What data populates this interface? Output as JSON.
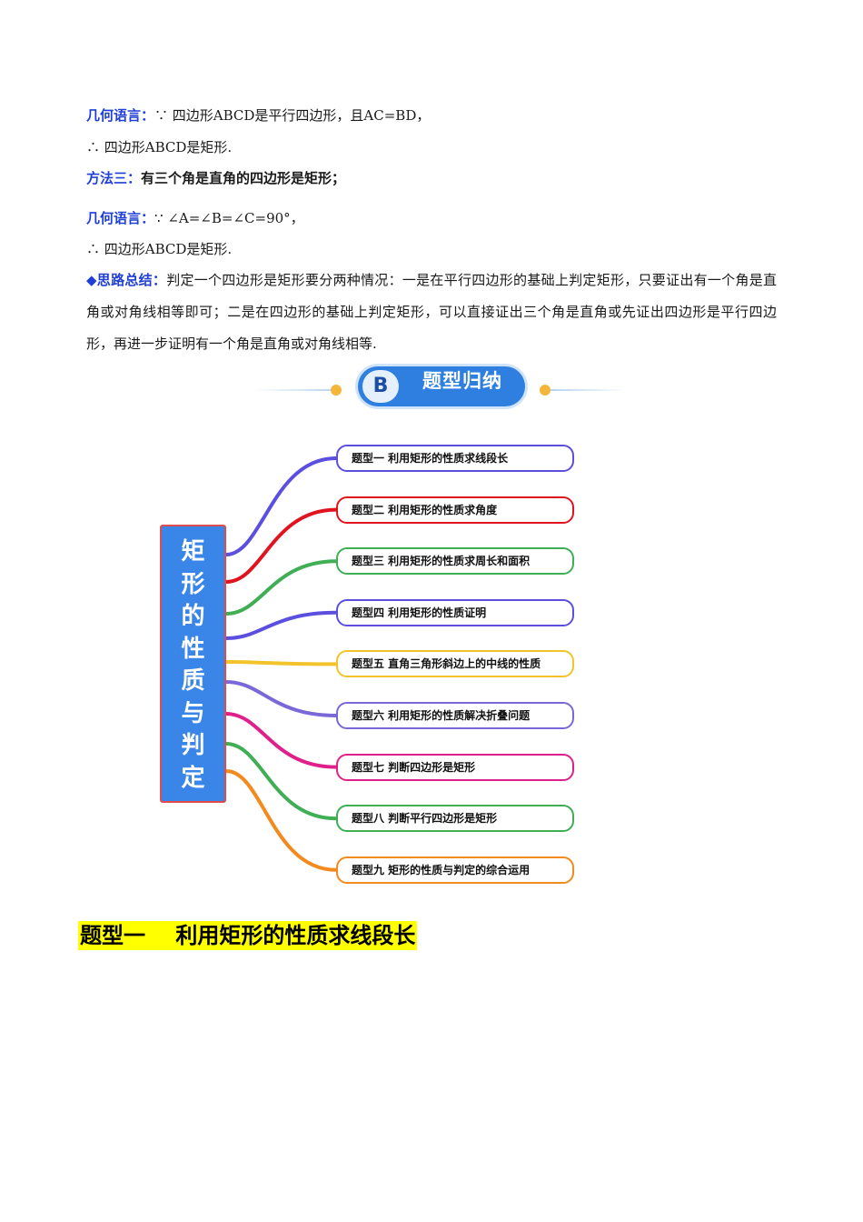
{
  "lines": {
    "l1_label": "几何语言：",
    "l1_text": "∵ 四边形ABCD是平行四边形，且AC=BD，",
    "l2_text": "∴ 四边形ABCD是矩形.",
    "l3_label": "方法三：",
    "l3_text": "有三个角是直角的四边形是矩形；",
    "l4_label": "几何语言：",
    "l4_text": "∵ ∠A=∠B=∠C=90°，",
    "l5_text": "∴ 四边形ABCD是矩形.",
    "summary_label": "◆思路总结：",
    "summary_text": "判定一个四边形是矩形要分两种情况：一是在平行四边形的基础上判定矩形，只要证出有一个角是直角或对角线相等即可；二是在四边形的基础上判定矩形，可以直接证出三个角是直角或先证出四边形是平行四边形，再进一步证明有一个角是直角或对角线相等."
  },
  "banner": {
    "letter": "B",
    "title": "题型归纳"
  },
  "mindmap": {
    "center": [
      "矩",
      "形",
      "的",
      "性",
      "质",
      "与",
      "判",
      "定"
    ],
    "branches": [
      {
        "label": "题型一  利用矩形的性质求线段长",
        "color": "#5b4fe0"
      },
      {
        "label": "题型二  利用矩形的性质求角度",
        "color": "#e0141e"
      },
      {
        "label": "题型三  利用矩形的性质求周长和面积",
        "color": "#3fae55"
      },
      {
        "label": "题型四  利用矩形的性质证明",
        "color": "#5b4fe0"
      },
      {
        "label": "题型五 直角三角形斜边上的中线的性质",
        "color": "#f2c32a"
      },
      {
        "label": "题型六  利用矩形的性质解决折叠问题",
        "color": "#7b68d8"
      },
      {
        "label": "题型七   判断四边形是矩形",
        "color": "#e0208a"
      },
      {
        "label": "题型八  判断平行四边形是矩形",
        "color": "#3fae55"
      },
      {
        "label": "题型九  矩形的性质与判定的综合运用",
        "color": "#f28a1e"
      }
    ]
  },
  "section_heading": "题型一    利用矩形的性质求线段长"
}
